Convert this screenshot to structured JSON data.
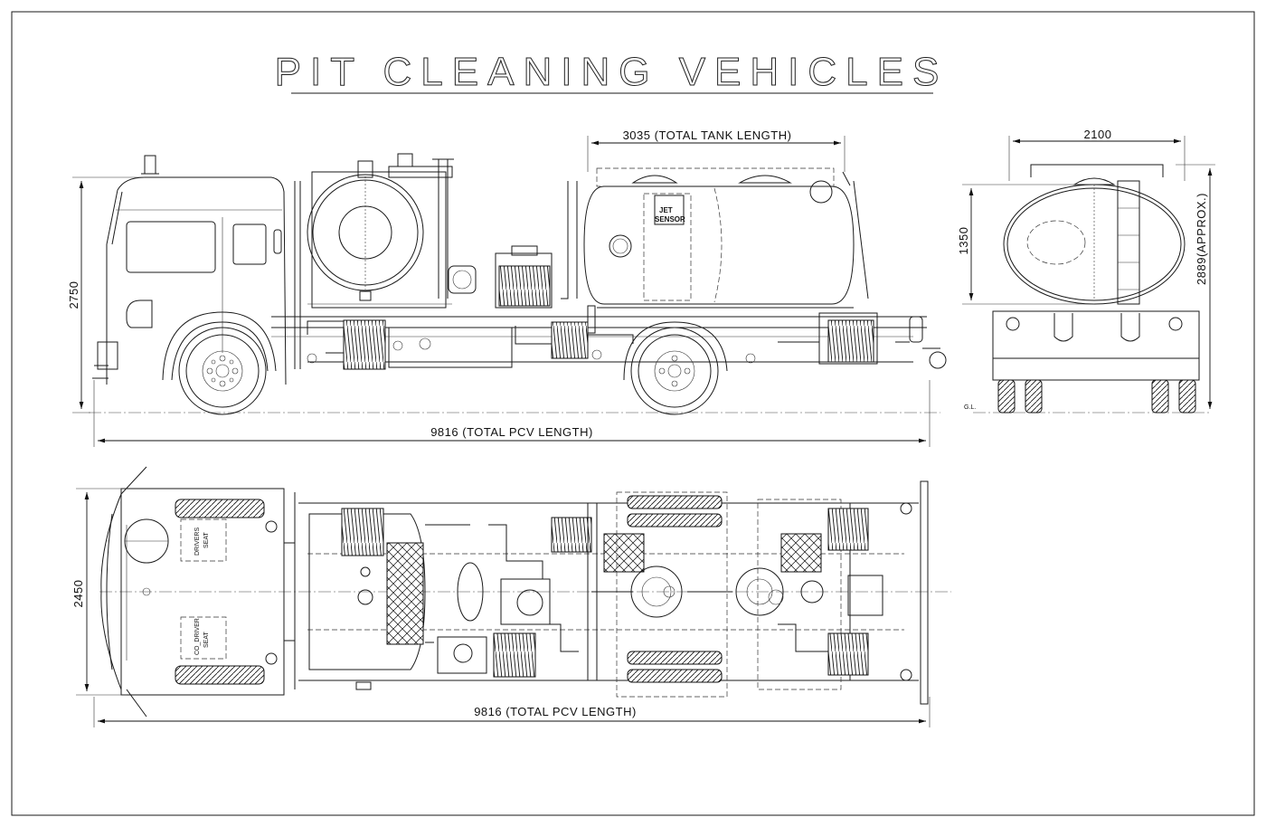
{
  "title": "PIT CLEANING VEHICLES",
  "side_view": {
    "overall_length": "9816 (TOTAL PCV LENGTH)",
    "tank_length": "3035 (TOTAL TANK LENGTH)",
    "height": "2750",
    "tank_label_line1": "JET",
    "tank_label_line2": "SENSOR"
  },
  "rear_view": {
    "width": "2100",
    "tank_height": "1350",
    "overall_height": "2889(APPROX.)",
    "ground_line": "G.L."
  },
  "plan_view": {
    "overall_length": "9816 (TOTAL PCV LENGTH)",
    "width": "2450",
    "drivers_seat_line1": "DRIVERS",
    "drivers_seat_line2": "SEAT",
    "co_drivers_seat_line1": "CO_DRIVER",
    "co_drivers_seat_line2": "SEAT"
  }
}
